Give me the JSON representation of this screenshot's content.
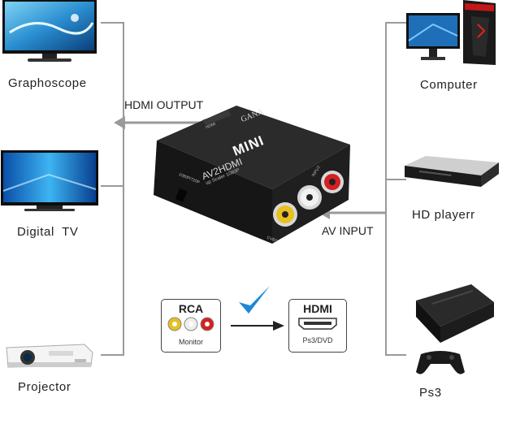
{
  "devices_left": [
    {
      "label": "Graphoscope",
      "icon": "tv-icon"
    },
    {
      "label": "Digital  TV",
      "icon": "tv-icon"
    },
    {
      "label": "Projector",
      "icon": "projector-icon"
    }
  ],
  "devices_right": [
    {
      "label": "Computer",
      "icon": "desktop-computer-icon"
    },
    {
      "label": "HD playerr",
      "icon": "dvd-player-icon"
    },
    {
      "label": "Ps3",
      "icon": "game-console-icon"
    }
  ],
  "arrows": {
    "output_label": "HDMI OUTPUT",
    "input_label": "AV INPUT"
  },
  "converter": {
    "brand": "GANA",
    "badge": "MINI",
    "model": "AV2HDMI",
    "submodel": "up Scaler 1080P",
    "hdmi_port_label": "HDMI",
    "input_label": "INPUT",
    "switch_label": "1080P/720P",
    "cvbs_label": "CVBS"
  },
  "rca_card": {
    "title": "RCA",
    "subtitle": "Monitor"
  },
  "hdmi_card": {
    "title": "HDMI",
    "subtitle": "Ps3/DVD"
  },
  "colors": {
    "line": "#9a9a9a",
    "check": "#1e88d6",
    "arrow": "#222222"
  }
}
